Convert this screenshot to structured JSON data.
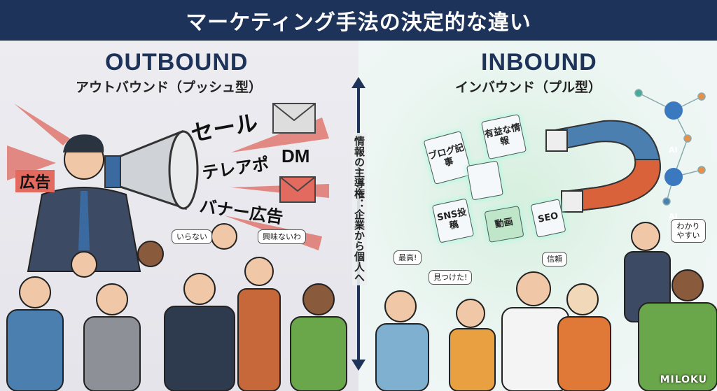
{
  "header": {
    "title": "マーケティング手法の決定的な違い"
  },
  "outbound": {
    "title_en": "OUTBOUND",
    "title_jp": "アウトバウンド（プッシュ型）",
    "shouts": [
      "セール",
      "テレアポ",
      "DM",
      "バナー広告",
      "広告"
    ],
    "bubbles": [
      "いらない",
      "興味ないわ"
    ]
  },
  "inbound": {
    "title_en": "INBOUND",
    "title_jp": "インバウンド（プル型）",
    "content_cards": [
      "有益な情報",
      "ブログ記事",
      "SNS投稿",
      "動画",
      "SEO"
    ],
    "ai_nodes": [
      "AI",
      "AI"
    ],
    "bubbles": [
      "最高!",
      "見つけた!",
      "信頼",
      "わかり やすい"
    ]
  },
  "center": {
    "axis_label": "情報の主導権：企業から個人へ"
  },
  "logo": {
    "text": "MILOKU"
  },
  "colors": {
    "header": "#1e3359",
    "accent_red": "#e0524b",
    "magnet_blue": "#4a7fb0"
  }
}
